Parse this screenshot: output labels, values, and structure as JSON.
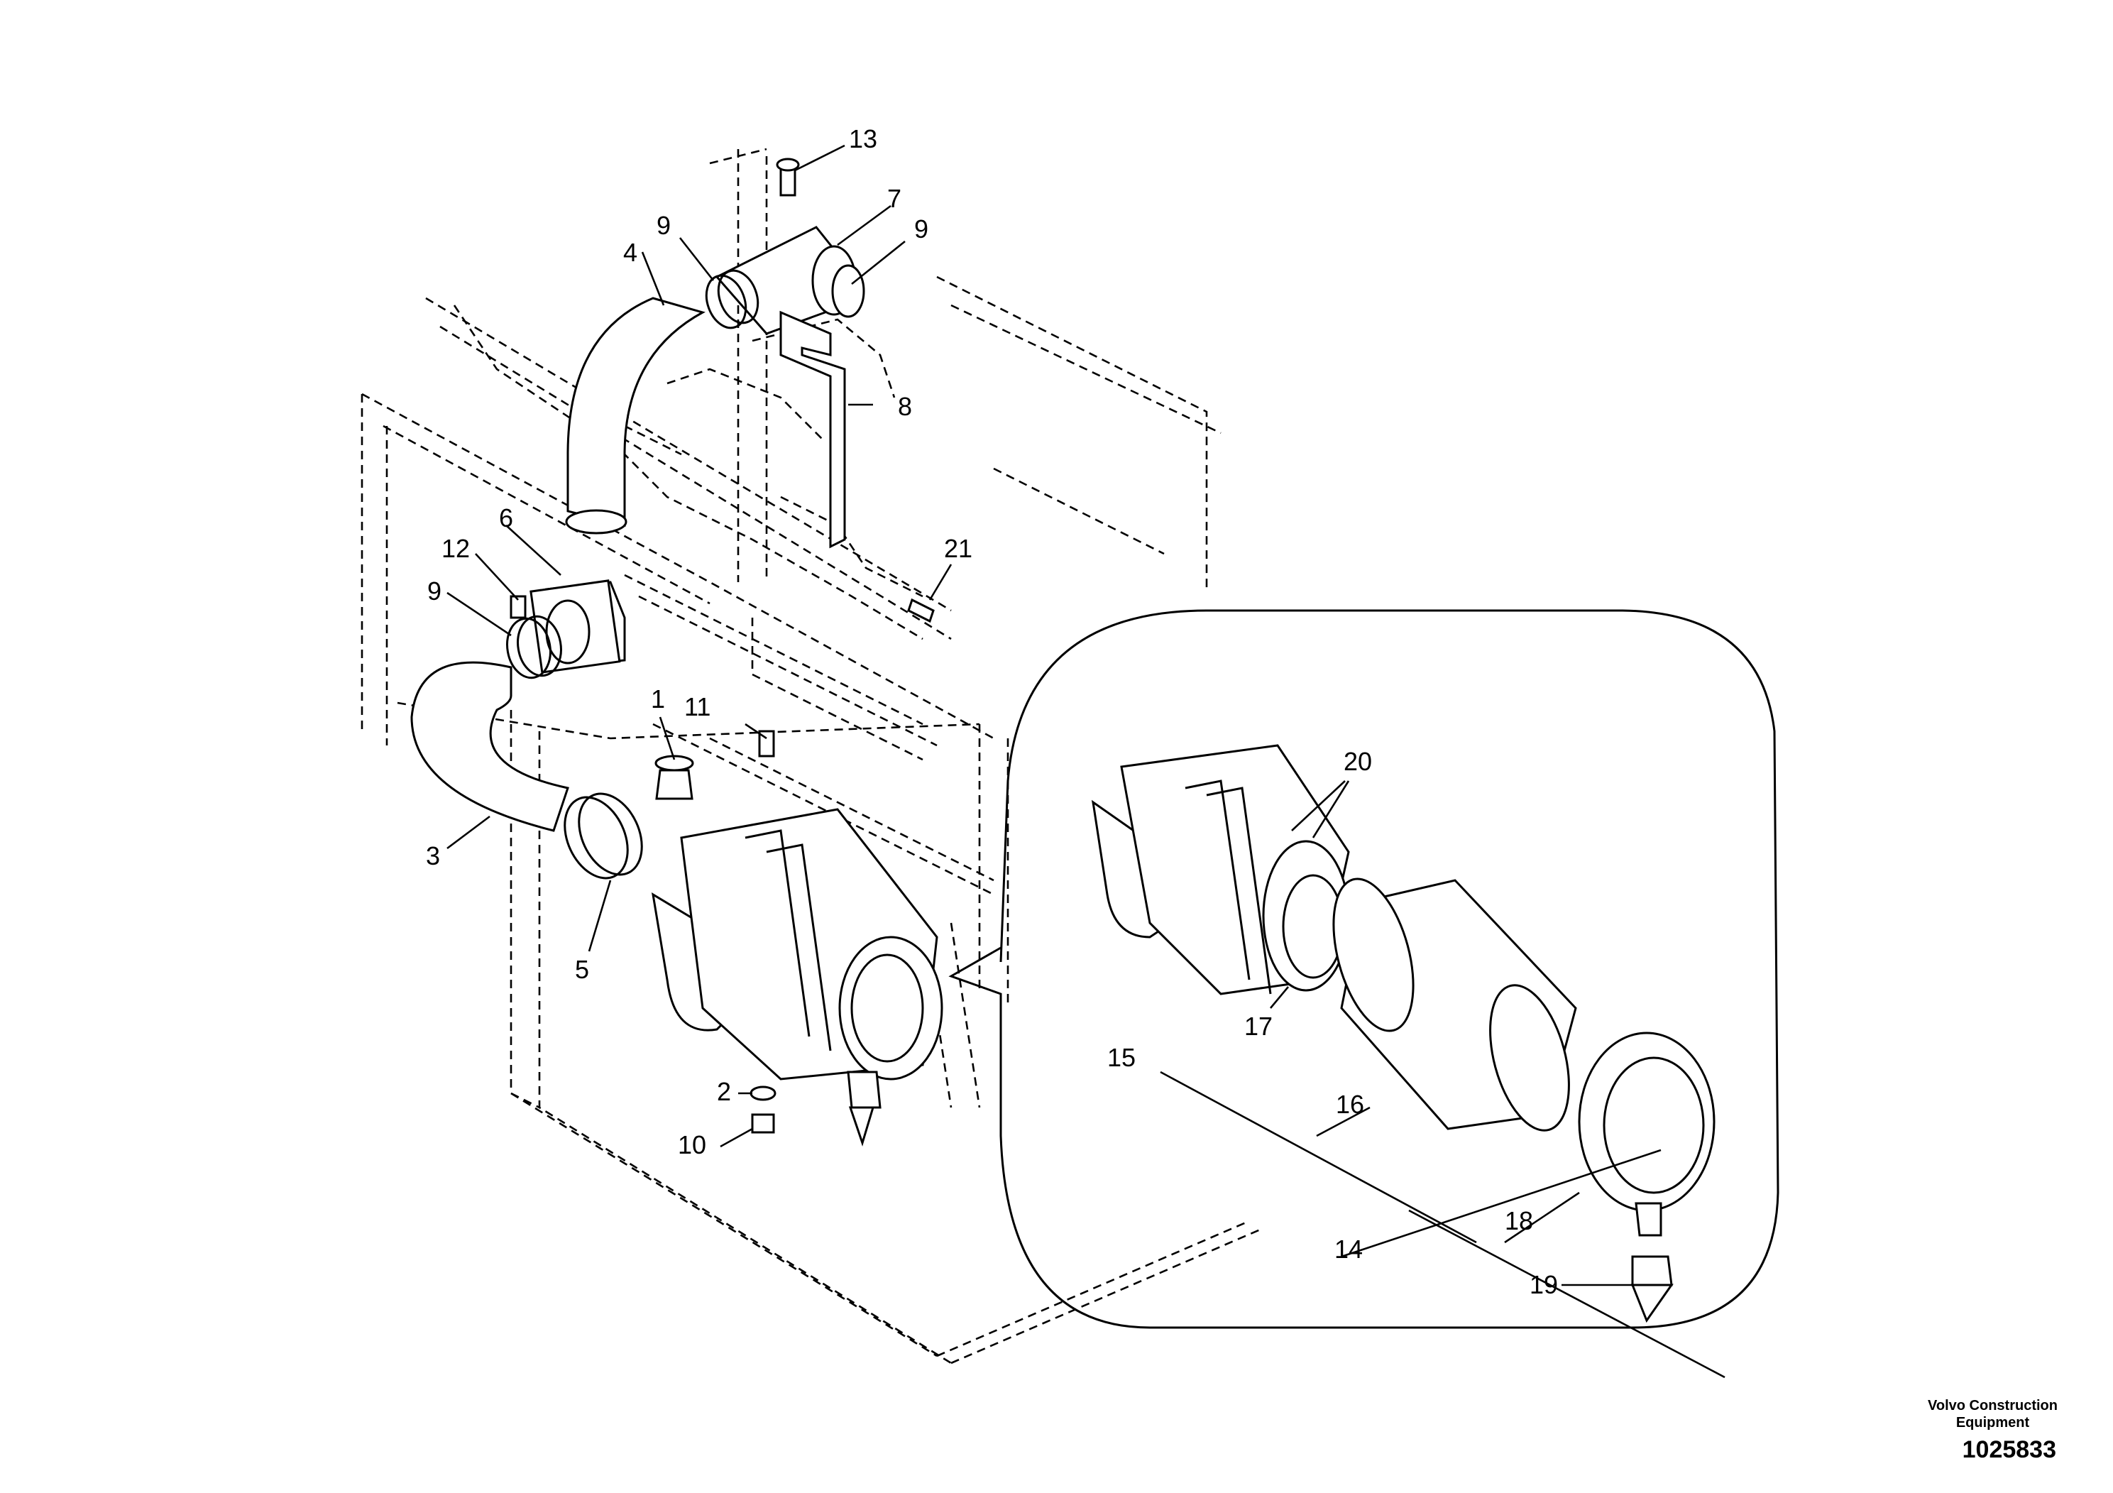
{
  "diagram": {
    "callouts": {
      "c1": "1",
      "c2": "2",
      "c3": "3",
      "c4": "4",
      "c5": "5",
      "c6": "6",
      "c7": "7",
      "c8": "8",
      "c9a": "9",
      "c9b": "9",
      "c9c": "9",
      "c10": "10",
      "c11": "11",
      "c12": "12",
      "c13": "13",
      "c14": "14",
      "c15": "15",
      "c16": "16",
      "c17": "17",
      "c18": "18",
      "c19": "19",
      "c20": "20",
      "c21": "21"
    }
  },
  "branding": {
    "company_line1": "Volvo Construction",
    "company_line2": "Equipment",
    "document_number": "1025833"
  }
}
